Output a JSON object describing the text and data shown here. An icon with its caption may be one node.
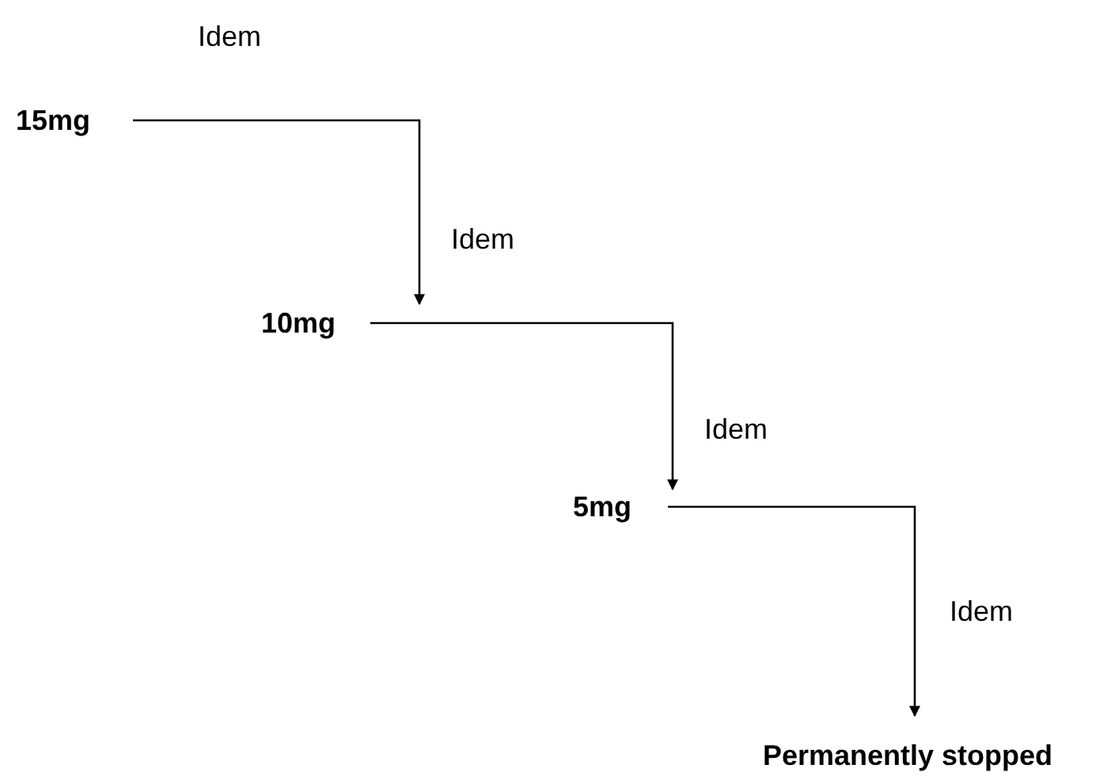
{
  "diagram": {
    "nodes": [
      {
        "text": [
          "15mg"
        ]
      },
      {
        "text": [
          "10mg"
        ]
      },
      {
        "text": [
          "5mg"
        ]
      },
      {
        "text": [
          "Permanently stopped"
        ]
      }
    ],
    "edges": [
      {
        "from": 0,
        "to": 1,
        "arrow": "to",
        "label": "Idem"
      },
      {
        "from": 1,
        "to": 2,
        "arrow": "to",
        "label": "Idem"
      },
      {
        "from": 2,
        "to": 3,
        "arrow": "to",
        "label": "Idem"
      }
    ],
    "labels": [
      "Idem"
    ]
  }
}
